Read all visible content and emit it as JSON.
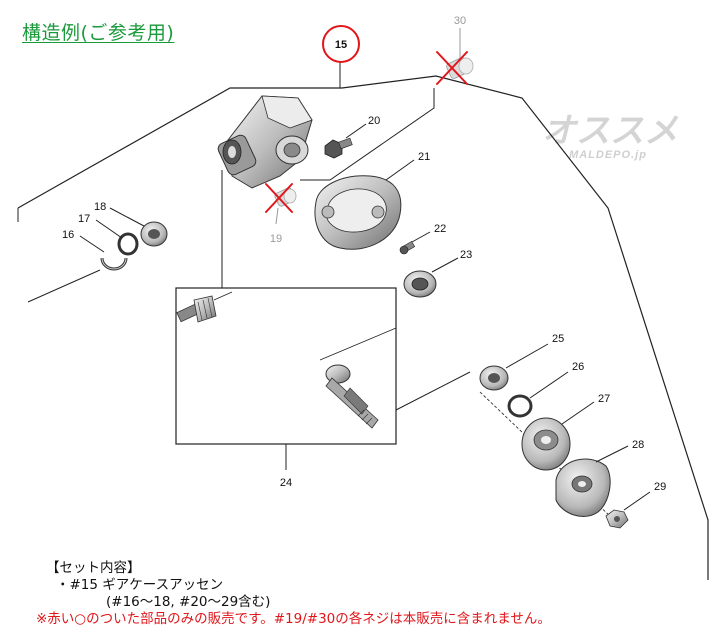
{
  "title": "構造例(ご参考用)",
  "watermark": {
    "main": "オススメ",
    "sub": "MALDEPO.jp"
  },
  "parts": {
    "p15": "15",
    "p16": "16",
    "p17": "17",
    "p18": "18",
    "p19": "19",
    "p20": "20",
    "p21": "21",
    "p22": "22",
    "p23": "23",
    "p24": "24",
    "p25": "25",
    "p26": "26",
    "p27": "27",
    "p28": "28",
    "p29": "29",
    "p30": "30"
  },
  "set_contents": {
    "heading": "【セット内容】",
    "line1": "・#15 ギアケースアッセン",
    "line2": "(#16～18, #20～29含む)",
    "warning": "※赤い○のついた部品のみの販売です。#19/#30の各ネジは本販売に含まれません。"
  },
  "colors": {
    "title": "#1a9a3a",
    "highlight": "#e0161b",
    "excluded_label": "#999999",
    "line": "#222222"
  },
  "icons": {
    "selected_part_marker": "red-circle",
    "excluded_part_marker": "red-x"
  }
}
